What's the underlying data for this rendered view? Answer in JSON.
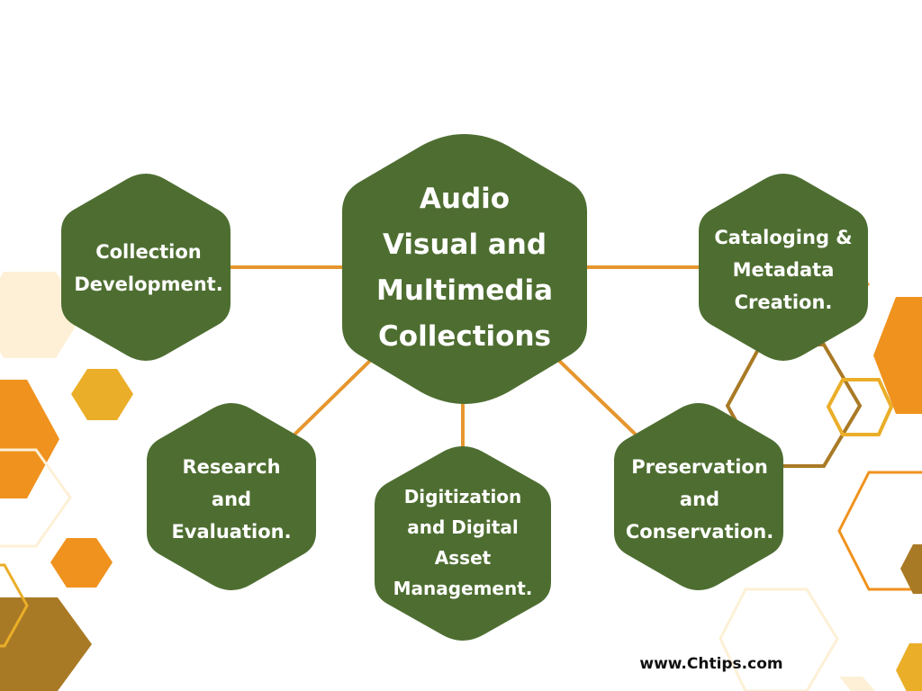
{
  "colors": {
    "node_fill": "#4e6e31",
    "connector": "#e6962e",
    "deco_orange": "#f0921e",
    "deco_gold": "#eaae28",
    "deco_brown": "#a97a25",
    "deco_cream": "#fdf0d6"
  },
  "diagram": {
    "center": {
      "label": "Audio\nVisual and\nMultimedia\nCollections"
    },
    "nodes": [
      {
        "id": "collection-development",
        "label": "Collection\nDevelopment."
      },
      {
        "id": "cataloging-metadata",
        "label": "Cataloging &\nMetadata\nCreation."
      },
      {
        "id": "research-evaluation",
        "label": "Research\nand\nEvaluation."
      },
      {
        "id": "digitization-dam",
        "label": "Digitization\nand Digital\nAsset\nManagement."
      },
      {
        "id": "preservation-conservation",
        "label": "Preservation\nand\nConservation."
      }
    ]
  },
  "footer": {
    "url": "www.Chtips.com"
  }
}
